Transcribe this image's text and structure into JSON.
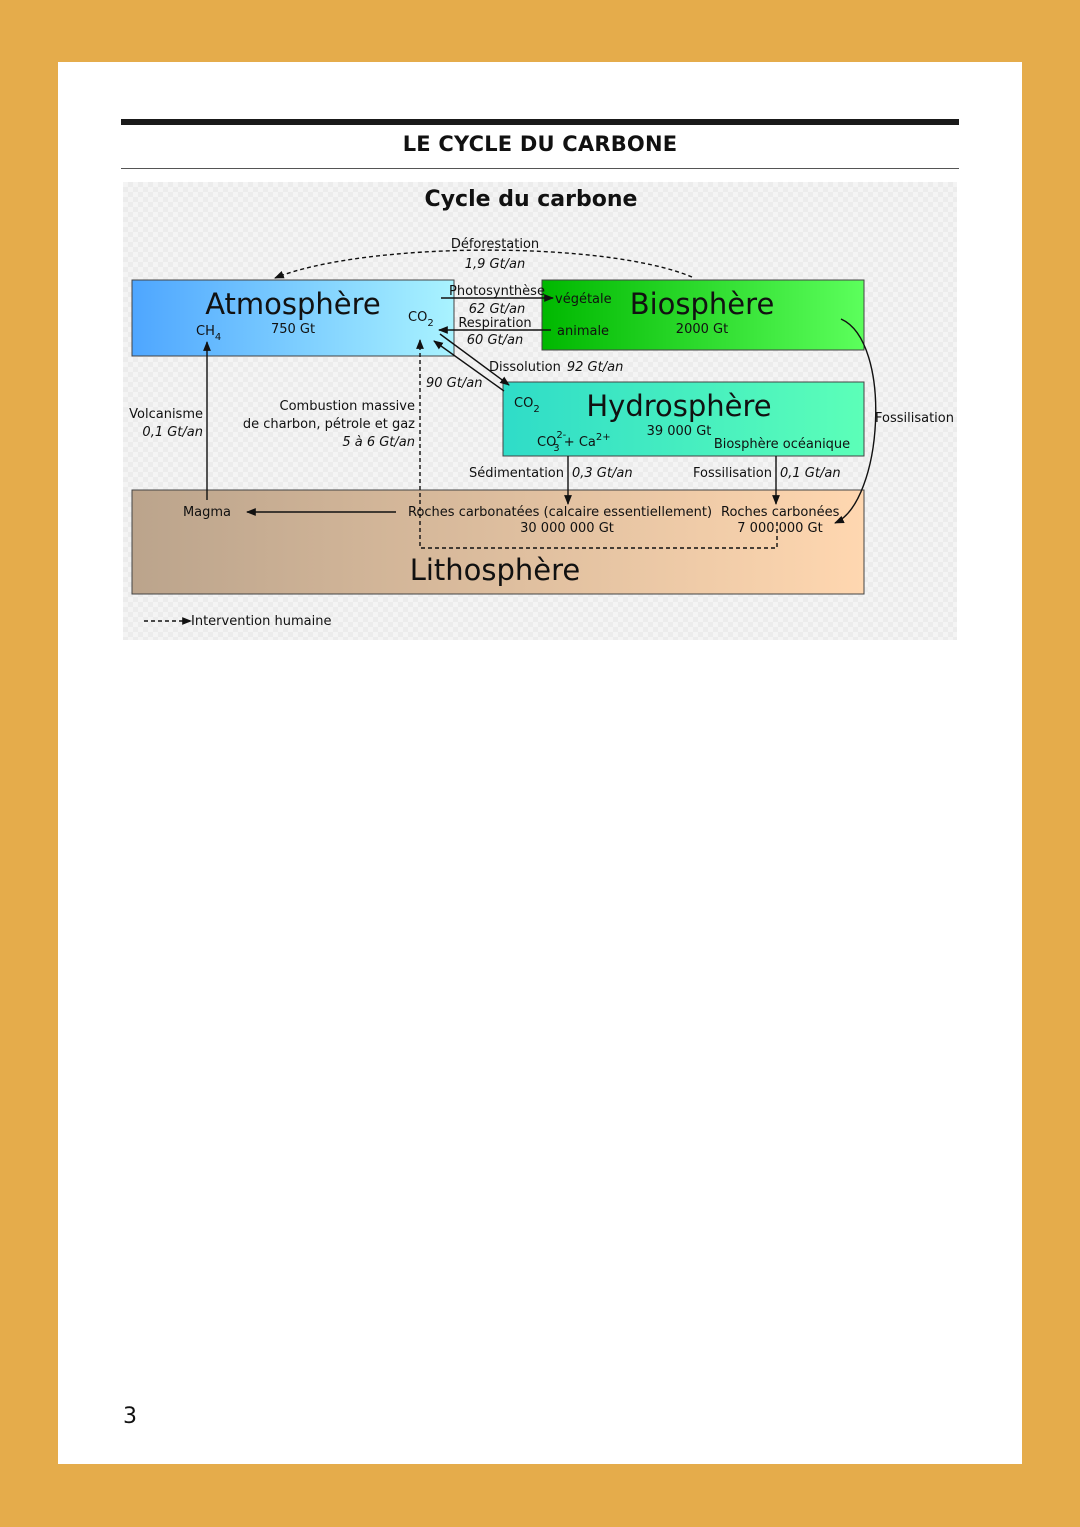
{
  "page": {
    "title": "LE CYCLE DU CARBONE",
    "number": "3"
  },
  "diagram": {
    "title": "Cycle du carbone",
    "reservoirs": {
      "atmosphere": {
        "name": "Atmosphère",
        "amount": "750 Gt",
        "co2": "CO",
        "co2_sub": "2",
        "ch4": "CH",
        "ch4_sub": "4",
        "color_start": "#4ea6ff",
        "color_end": "#a9f3ff"
      },
      "biosphere": {
        "name": "Biosphère",
        "amount": "2000 Gt",
        "vegetale": "végétale",
        "animale": "animale",
        "color_start": "#00b800",
        "color_end": "#5cff5c"
      },
      "hydrosphere": {
        "name": "Hydrosphère",
        "amount": "39 000 Gt",
        "co2": "CO",
        "co2_sub": "2",
        "carbonate": "CO",
        "carbonate_sub": "3",
        "carbonate_sup": "2-",
        "calcium": " + Ca",
        "calcium_sup": "2+",
        "oceanic": "Biosphère océanique",
        "color_start": "#2fdcc8",
        "color_end": "#5cffb8"
      },
      "lithosphere": {
        "name": "Lithosphère",
        "magma": "Magma",
        "roches_carbonatees": "Roches carbonatées (calcaire essentiellement)",
        "roches_carbonatees_amount": "30 000 000 Gt",
        "roches_carbonees": "Roches carbonées",
        "roches_carbonees_amount": "7 000 000 Gt",
        "color_start": "#bba48c",
        "color_end": "#ffd7b0"
      }
    },
    "flows": {
      "deforestation": {
        "label": "Déforestation",
        "value": "1,9 Gt/an"
      },
      "photosynthese": {
        "label": "Photosynthèse",
        "value": "62 Gt/an"
      },
      "respiration": {
        "label": "Respiration",
        "value": "60 Gt/an"
      },
      "dissolution": {
        "label": "Dissolution",
        "value": "92 Gt/an"
      },
      "degassing": {
        "value": "90 Gt/an"
      },
      "volcanisme": {
        "label": "Volcanisme",
        "value": "0,1 Gt/an"
      },
      "combustion": {
        "label1": "Combustion massive",
        "label2": "de charbon, pétrole et gaz",
        "value": "5 à 6 Gt/an"
      },
      "sedimentation": {
        "label": "Sédimentation",
        "value": "0,3 Gt/an"
      },
      "fossilisation_ocean": {
        "label": "Fossilisation",
        "value": "0,1 Gt/an"
      },
      "fossilisation_land": {
        "label": "Fossilisation"
      }
    },
    "legend": {
      "label": "Intervention humaine"
    }
  }
}
